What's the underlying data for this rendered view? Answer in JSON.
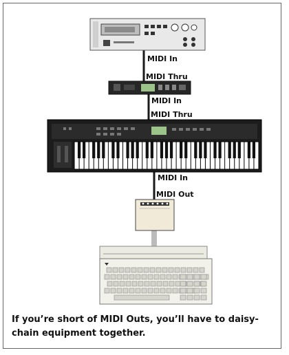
{
  "labels": {
    "module_midi_in": "MIDI In",
    "expander_midi_thru": "MIDI Thru",
    "expander_midi_in": "MIDI In",
    "keyboard_midi_thru": "MIDI Thru",
    "keyboard_midi_in": "MIDI In",
    "interface_midi_out": "MIDI Out"
  },
  "caption": "If you’re short of MIDI Outs, you’ll have to daisy-chain equipment together.",
  "colors": {
    "cable": "#1a1a1a",
    "keyboard_body": "#1c1c1c",
    "device_light": "#e9e9e9",
    "interface_box": "#f2ead8",
    "computer_body": "#ecebe2",
    "display_green": "#9cc48a"
  }
}
